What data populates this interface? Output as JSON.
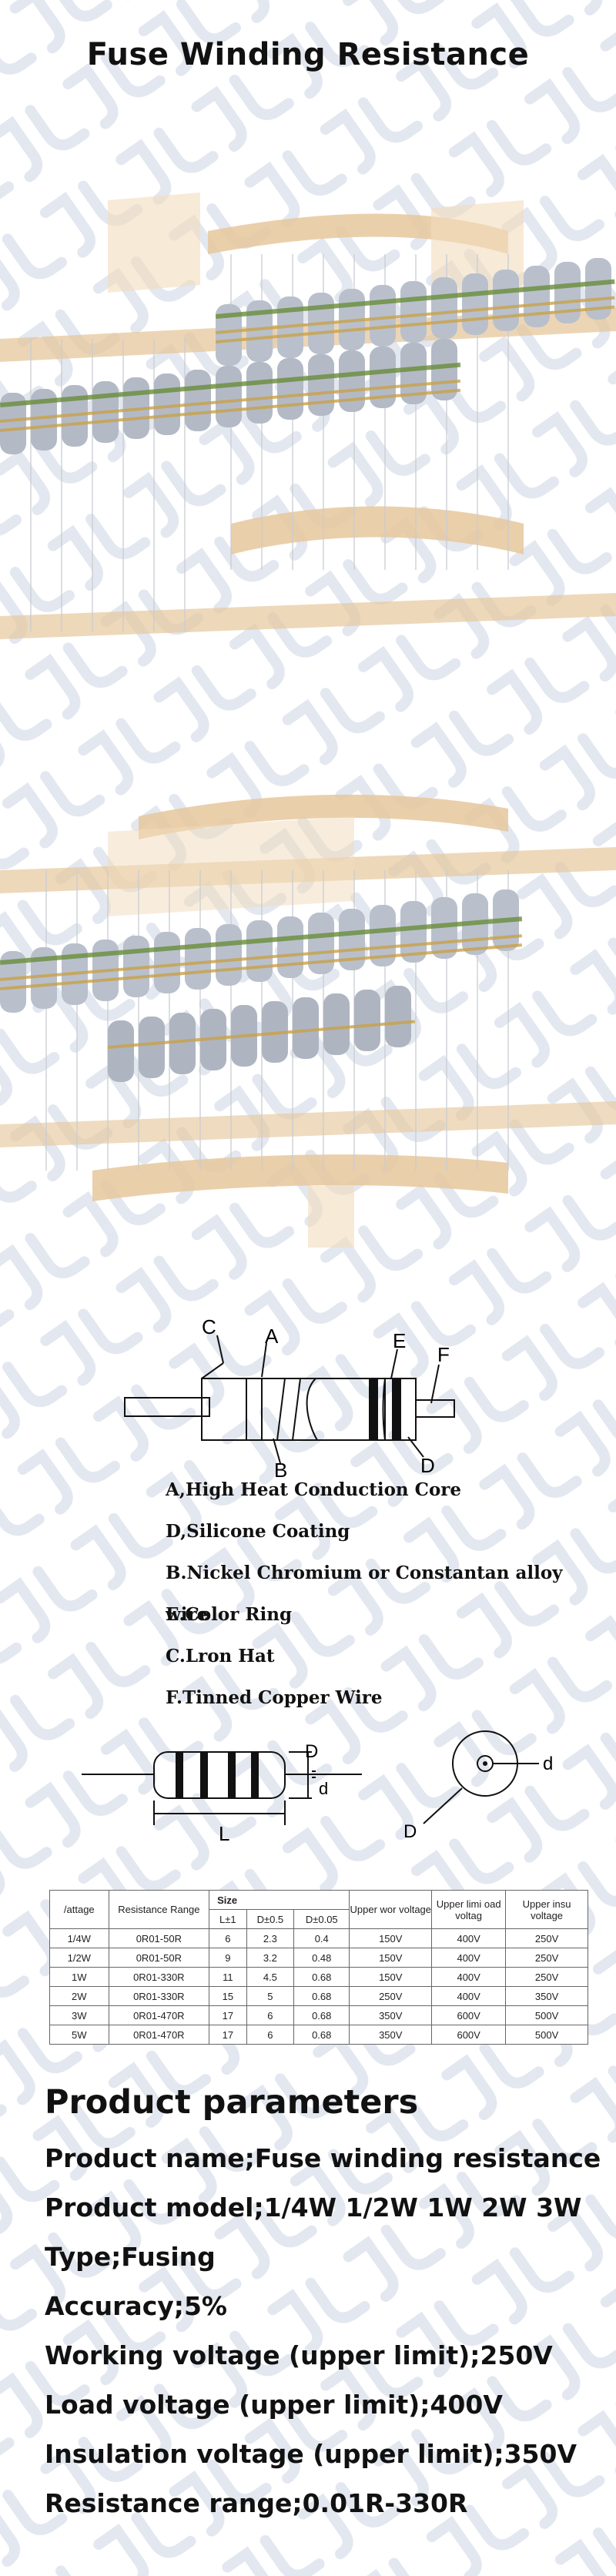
{
  "title": "Fuse Winding Resistance",
  "diagram_labels": {
    "c": "C",
    "a": "A",
    "e": "E",
    "f": "F",
    "b": "B",
    "d": "D"
  },
  "parts": [
    "A,High Heat Conduction Core",
    "D,Silicone Coating",
    "B.Nickel Chromium or Constantan alloy wire",
    "E.Color Ring",
    "C.Lron Hat",
    "F.Tinned Copper Wire"
  ],
  "dim_labels": {
    "D": "D",
    "d": "d",
    "L": "L",
    "D2": "D",
    "d2": "d"
  },
  "table": {
    "headers": {
      "wattage": "/attage",
      "range": "Resistance Range",
      "size": "Size",
      "l": "L±1",
      "D": "D±0.5",
      "d": "D±0.05",
      "working": "Upper wor voltage",
      "load": "Upper limi oad voltag",
      "insulation": "Upper insu voltage"
    },
    "rows": [
      [
        "1/4W",
        "0R01-50R",
        "6",
        "2.3",
        "0.4",
        "150V",
        "400V",
        "250V"
      ],
      [
        "1/2W",
        "0R01-50R",
        "9",
        "3.2",
        "0.48",
        "150V",
        "400V",
        "250V"
      ],
      [
        "1W",
        "0R01-330R",
        "11",
        "4.5",
        "0.68",
        "150V",
        "400V",
        "250V"
      ],
      [
        "2W",
        "0R01-330R",
        "15",
        "5",
        "0.68",
        "250V",
        "400V",
        "350V"
      ],
      [
        "3W",
        "0R01-470R",
        "17",
        "6",
        "0.68",
        "350V",
        "600V",
        "500V"
      ],
      [
        "5W",
        "0R01-470R",
        "17",
        "6",
        "0.68",
        "350V",
        "600V",
        "500V"
      ]
    ]
  },
  "params": {
    "heading": "Product parameters",
    "lines": [
      "Product name;Fuse winding resistance",
      "Product model;1/4W 1/2W 1W 2W 3W",
      "Type;Fusing",
      "Accuracy;5%",
      "Working voltage (upper limit);250V",
      "Load voltage (upper limit);400V",
      "Insulation voltage (upper limit);350V",
      "Resistance range;0.01R-330R"
    ]
  },
  "colors": {
    "body": "#b9c0cc",
    "tape": "#e6c79c",
    "ring": "#6a8d3a",
    "band": "#c9a24a",
    "watermark": "#dfe3ec"
  }
}
